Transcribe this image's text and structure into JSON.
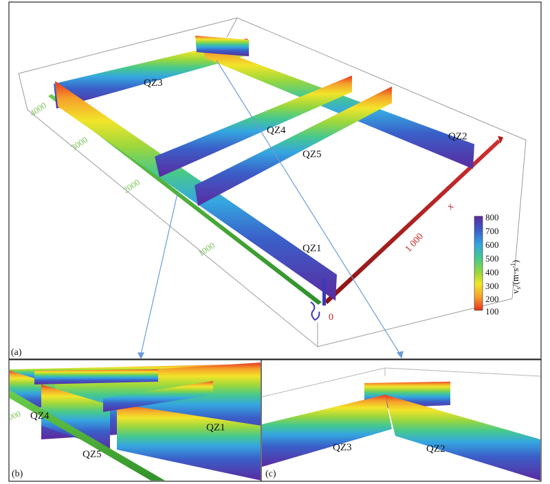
{
  "panels": {
    "a": {
      "label": "(a)"
    },
    "b": {
      "label": "(b)"
    },
    "c": {
      "label": "(c)"
    }
  },
  "profiles": {
    "qz1": "QZ1",
    "qz2": "QZ2",
    "qz3": "QZ3",
    "qz4": "QZ4",
    "qz5": "QZ5"
  },
  "axes": {
    "y_ticks": [
      "4000",
      "3000",
      "2000",
      "1000"
    ],
    "x_origin": "0",
    "x_tick": "1 000",
    "x_label": "x",
    "zoom_b_tick": "000"
  },
  "colorbar": {
    "title": "vs/(m·s-1)",
    "title_main": "v",
    "title_sub": "s",
    "title_rest": "/(m·s",
    "title_sup": "-1",
    "title_close": ")",
    "ticks": [
      "800",
      "700",
      "600",
      "500",
      "400",
      "300",
      "200",
      "100"
    ],
    "colors": [
      "#5b2aa0",
      "#3a5fc8",
      "#35a6e0",
      "#47c98c",
      "#9bd73d",
      "#f2e52a",
      "#f5a02b",
      "#e8321e"
    ]
  }
}
